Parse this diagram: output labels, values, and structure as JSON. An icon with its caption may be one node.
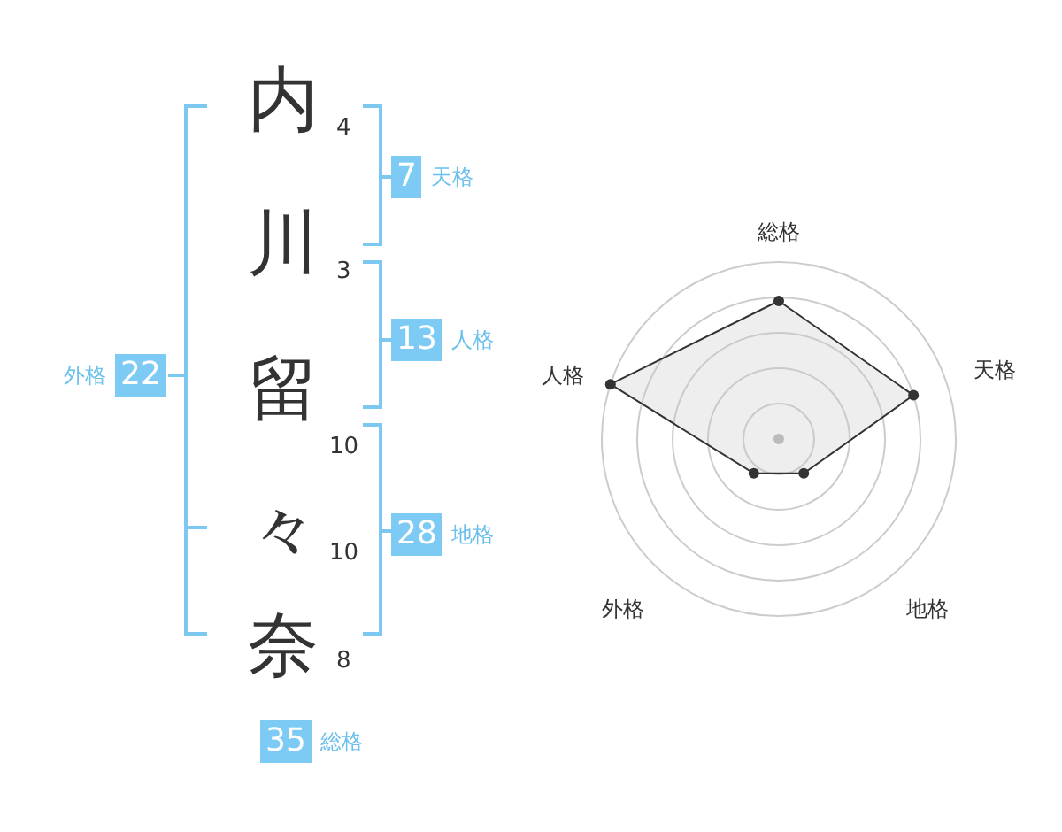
{
  "diagram": {
    "nodes": [
      {
        "text": [
          "7"
        ],
        "beside": [
          "天格"
        ]
      },
      {
        "text": [
          "13"
        ],
        "beside": [
          "人格"
        ]
      },
      {
        "text": [
          "22"
        ],
        "beside": [
          "外格"
        ]
      },
      {
        "text": [
          "28"
        ],
        "beside": [
          "地格"
        ]
      },
      {
        "text": [
          "35"
        ],
        "beside": [
          "総格"
        ]
      }
    ],
    "edges": [],
    "labels": [
      "内",
      "4",
      "川",
      "3",
      "留",
      "10",
      "々",
      "10",
      "奈",
      "8",
      "総格",
      "人格",
      "天格",
      "外格",
      "地格"
    ]
  }
}
